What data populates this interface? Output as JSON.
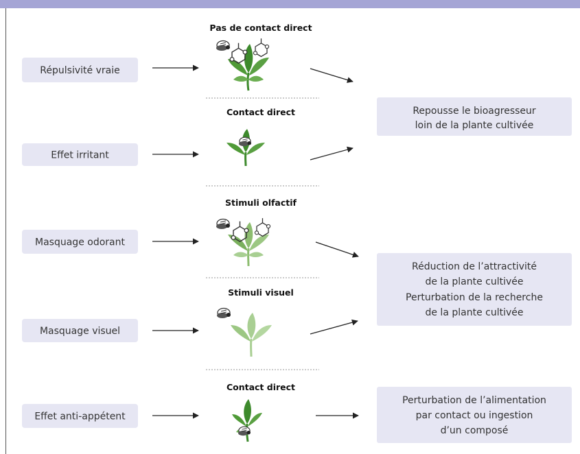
{
  "colors": {
    "top_band": "#a5a5d5",
    "box_fill": "#e6e6f3",
    "leaf_dark": "#3d8a2c",
    "leaf_mid": "#5aa043",
    "leaf_light": "#8dbd70",
    "dash": "#b8b8b8",
    "arrow": "#222222"
  },
  "mechanisms": [
    {
      "label": "Répulsivité vraie",
      "header": "Pas de contact direct"
    },
    {
      "label": "Effet irritant",
      "header": "Contact direct"
    },
    {
      "label": "Masquage odorant",
      "header": "Stimuli olfactif"
    },
    {
      "label": "Masquage visuel",
      "header": "Stimuli visuel"
    },
    {
      "label": "Effet anti-appétent",
      "header": "Contact direct"
    }
  ],
  "results": [
    {
      "lines": [
        "Repousse le bioagresseur",
        "loin de la plante cultivée"
      ]
    },
    {
      "lines": [
        "Réduction de l’attractivité",
        "de la plante cultivée",
        "Perturbation de la recherche",
        "de la plante cultivée"
      ]
    },
    {
      "lines": [
        "Perturbation de l’alimentation",
        "par contact ou ingestion",
        "d’un composé"
      ]
    }
  ],
  "illustrations": [
    {
      "plant": "leaf-icon",
      "insect": "insect-icon",
      "molecule": "molecule-icon"
    },
    {
      "plant": "leaf-icon",
      "insect": "insect-icon"
    },
    {
      "plant": "leaf-icon",
      "insect": "insect-icon",
      "molecule": "molecule-icon"
    },
    {
      "plant": "leaf-icon",
      "insect": "insect-icon"
    },
    {
      "plant": "leaf-icon",
      "insect": "insect-icon"
    }
  ]
}
